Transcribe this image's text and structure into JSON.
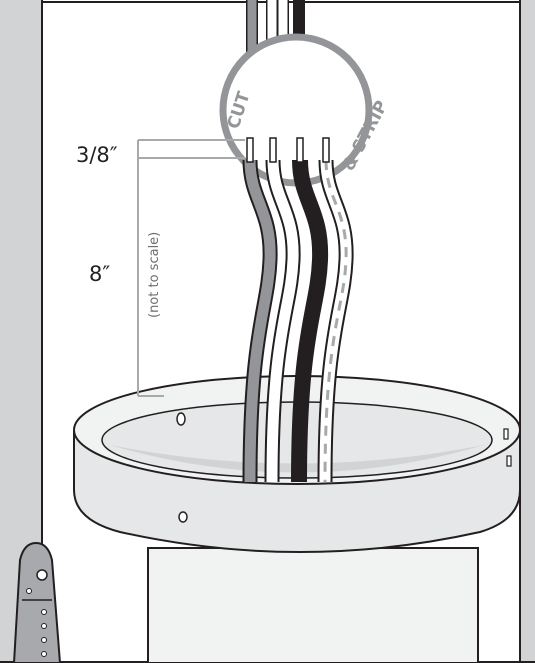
{
  "labels": {
    "strip_length": "3/8″",
    "lead_length": "8″",
    "scale_note": "(not to scale)",
    "circle_left": "CUT",
    "circle_right": "& STRIP"
  },
  "icons": {
    "stripper": "wire-stripper-icon"
  },
  "colors": {
    "wall": "#d1d3d4",
    "outline": "#231f20",
    "gray_wire": "#939598",
    "black_wire": "#231f20",
    "white_wire": "#ffffff",
    "dimension_line": "#a7a9ac",
    "circle": "#939598"
  }
}
